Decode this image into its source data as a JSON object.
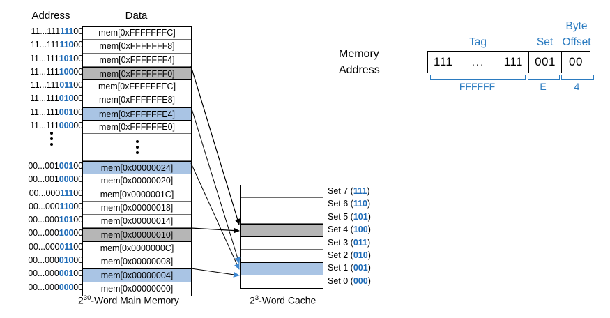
{
  "headings": {
    "address": "Address",
    "data": "Data"
  },
  "memory": {
    "caption_base": "2",
    "caption_exp": "30",
    "caption_rest": "-Word Main Memory",
    "rows": [
      {
        "addr_prefix": "11...111",
        "addr_set": "111",
        "addr_offset": "00",
        "data": "mem[0xFFFFFFFC]",
        "fill": "white"
      },
      {
        "addr_prefix": "11...111",
        "addr_set": "110",
        "addr_offset": "00",
        "data": "mem[0xFFFFFFF8]",
        "fill": "white"
      },
      {
        "addr_prefix": "11...111",
        "addr_set": "101",
        "addr_offset": "00",
        "data": "mem[0xFFFFFFF4]",
        "fill": "white"
      },
      {
        "addr_prefix": "11...111",
        "addr_set": "100",
        "addr_offset": "00",
        "data": "mem[0xFFFFFFF0]",
        "fill": "gray"
      },
      {
        "addr_prefix": "11...111",
        "addr_set": "011",
        "addr_offset": "00",
        "data": "mem[0xFFFFFFEC]",
        "fill": "white"
      },
      {
        "addr_prefix": "11...111",
        "addr_set": "010",
        "addr_offset": "00",
        "data": "mem[0xFFFFFFE8]",
        "fill": "white"
      },
      {
        "addr_prefix": "11...111",
        "addr_set": "001",
        "addr_offset": "00",
        "data": "mem[0xFFFFFFE4]",
        "fill": "blue"
      },
      {
        "addr_prefix": "11...111",
        "addr_set": "000",
        "addr_offset": "00",
        "data": "mem[0xFFFFFFE0]",
        "fill": "white"
      },
      {
        "addr_prefix": "",
        "addr_set": "",
        "addr_offset": "",
        "data": "",
        "fill": "ellipsis"
      },
      {
        "addr_prefix": "00...001",
        "addr_set": "001",
        "addr_offset": "00",
        "data": "mem[0x00000024]",
        "fill": "blue"
      },
      {
        "addr_prefix": "00...001",
        "addr_set": "000",
        "addr_offset": "00",
        "data": "mem[0x00000020]",
        "fill": "white"
      },
      {
        "addr_prefix": "00...000",
        "addr_set": "111",
        "addr_offset": "00",
        "data": "mem[0x0000001C]",
        "fill": "white"
      },
      {
        "addr_prefix": "00...000",
        "addr_set": "110",
        "addr_offset": "00",
        "data": "mem[0x00000018]",
        "fill": "white"
      },
      {
        "addr_prefix": "00...000",
        "addr_set": "101",
        "addr_offset": "00",
        "data": "mem[0x00000014]",
        "fill": "white"
      },
      {
        "addr_prefix": "00...000",
        "addr_set": "100",
        "addr_offset": "00",
        "data": "mem[0x00000010]",
        "fill": "gray"
      },
      {
        "addr_prefix": "00...000",
        "addr_set": "011",
        "addr_offset": "00",
        "data": "mem[0x0000000C]",
        "fill": "white"
      },
      {
        "addr_prefix": "00...000",
        "addr_set": "010",
        "addr_offset": "00",
        "data": "mem[0x00000008]",
        "fill": "white"
      },
      {
        "addr_prefix": "00...000",
        "addr_set": "001",
        "addr_offset": "00",
        "data": "mem[0x00000004]",
        "fill": "blue"
      },
      {
        "addr_prefix": "00...000",
        "addr_set": "000",
        "addr_offset": "00",
        "data": "mem[0x00000000]",
        "fill": "white"
      }
    ]
  },
  "cache": {
    "caption_base": "2",
    "caption_exp": "3",
    "caption_rest": "-Word Cache",
    "rows": [
      {
        "label": "Set 7",
        "bits": "111",
        "fill": "white"
      },
      {
        "label": "Set 6",
        "bits": "110",
        "fill": "white"
      },
      {
        "label": "Set 5",
        "bits": "101",
        "fill": "white"
      },
      {
        "label": "Set 4",
        "bits": "100",
        "fill": "gray"
      },
      {
        "label": "Set 3",
        "bits": "011",
        "fill": "white"
      },
      {
        "label": "Set 2",
        "bits": "010",
        "fill": "white"
      },
      {
        "label": "Set 1",
        "bits": "001",
        "fill": "blue"
      },
      {
        "label": "Set 0",
        "bits": "000",
        "fill": "white"
      }
    ]
  },
  "address_breakdown": {
    "label_line1": "Memory",
    "label_line2": "Address",
    "field_tag": "Tag",
    "field_set": "Set",
    "field_byte": "Byte",
    "field_offset": "Offset",
    "tag_left": "111",
    "tag_dots": "...",
    "tag_right": "111",
    "set_value": "001",
    "offset_value": "00",
    "hex_tag": "FFFFFF",
    "hex_set": "E",
    "hex_offset": "4"
  },
  "colors": {
    "highlight_blue": "#a9c4e4",
    "highlight_gray": "#b6b6b6",
    "accent_blue": "#1f6cb8",
    "label_blue": "#2b7bc0"
  }
}
